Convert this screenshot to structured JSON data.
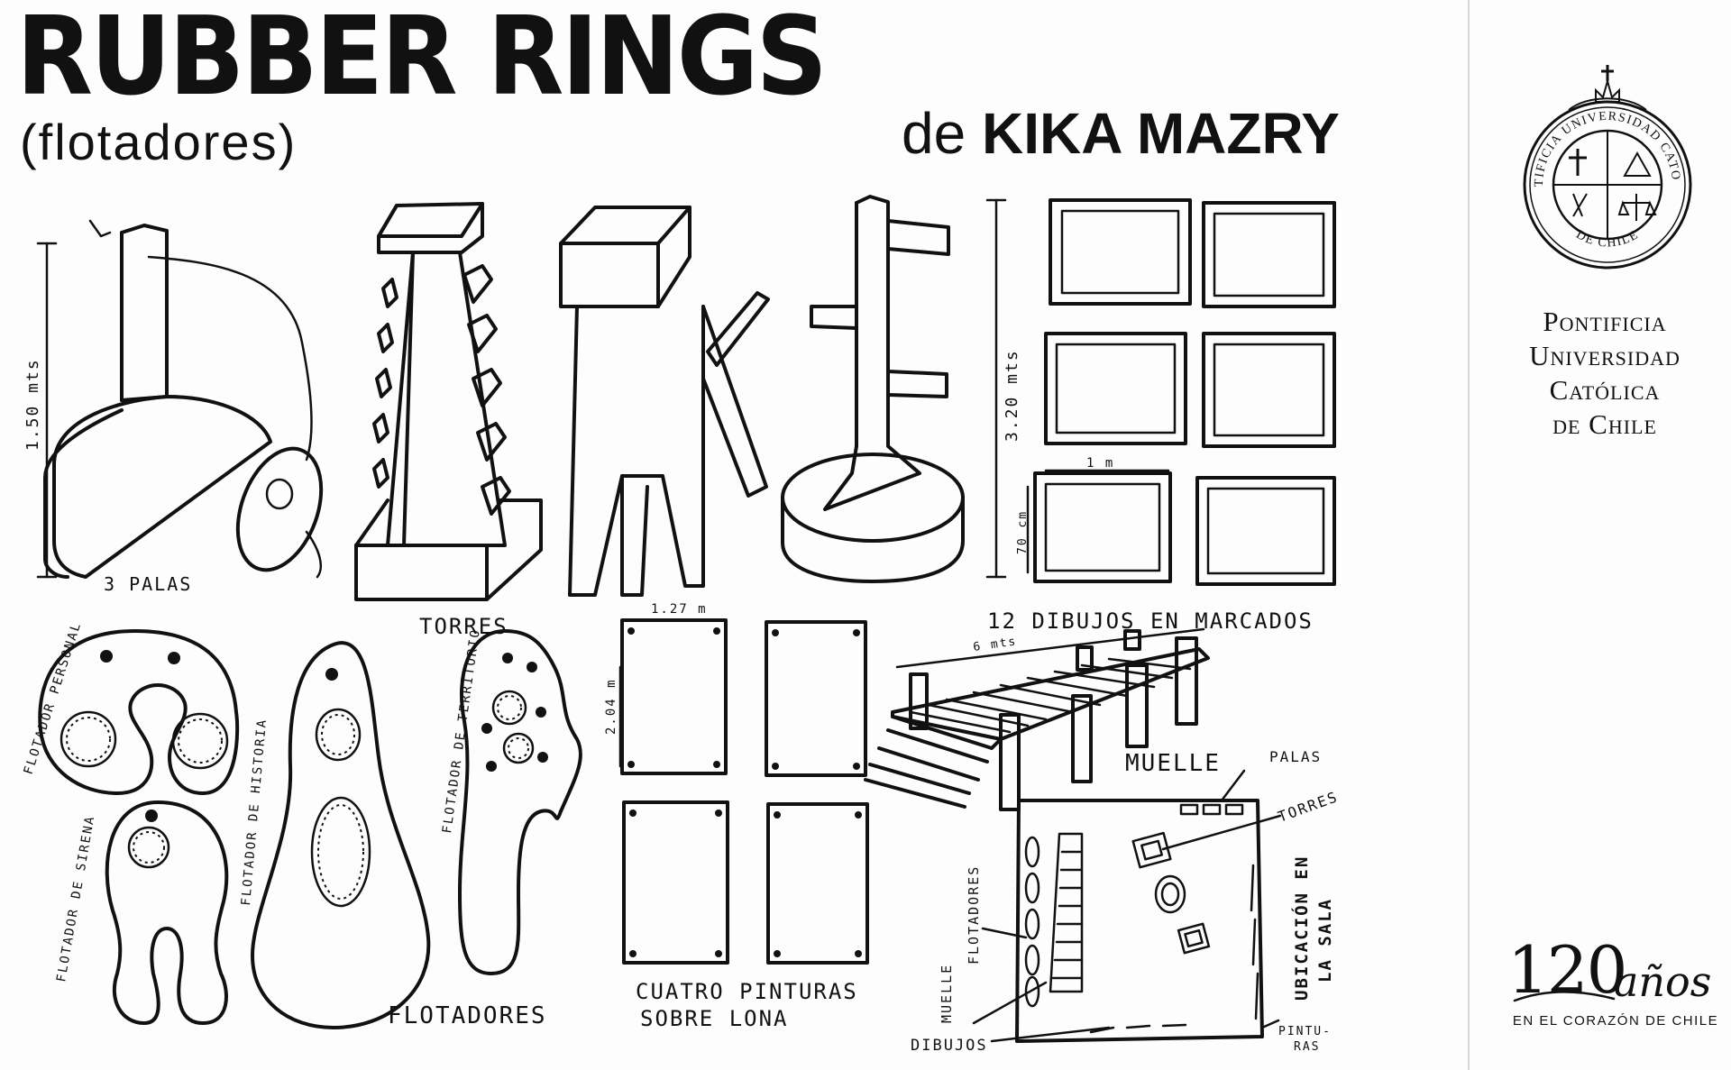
{
  "title": {
    "main": "RUBBER RINGS",
    "sub": "(flotadores)",
    "author_prefix": "de",
    "author_name": "KIKA MAZRY"
  },
  "sidebar": {
    "seal_text_top": "PONTIFICIA UNIVERSIDAD CATOLICA",
    "seal_text_bottom": "DE CHILE",
    "university_lines": [
      "Pontificia",
      "Universidad",
      "Católica",
      "de Chile"
    ],
    "anniversary_number": "120",
    "anniversary_word": "años",
    "anniversary_tagline": "EN EL CORAZÓN DE CHILE"
  },
  "sketch_labels": {
    "palas_height": "1.50 mts",
    "palas_caption": "3 PALAS",
    "torres_caption": "TORRES",
    "frames_height": "3.20 mts",
    "frame_width": "1 m",
    "frame_height": "70 cm",
    "frames_caption": "12 DIBUJOS EN MARCADOS",
    "flotador_personal": "FLOTADOR PERSONAL",
    "flotador_sirena": "FLOTADOR DE SIRENA",
    "flotador_historia": "FLOTADOR DE HISTORIA",
    "flotador_territorio": "FLOTADOR DE TERRITORIO",
    "flotadores_caption": "FLOTADORES",
    "canvas_width": "1.27 m",
    "canvas_height": "2.04 m",
    "pinturas_line1": "CUATRO PINTURAS",
    "pinturas_line2": "SOBRE LONA",
    "muelle_length": "6 mts",
    "muelle_caption": "MUELLE",
    "plan_palas": "PALAS",
    "plan_torres": "TORRES",
    "plan_flotadores": "FLOTADORES",
    "plan_muelle": "MUELLE",
    "plan_dibujos": "DIBUJOS",
    "plan_pinturas_1": "PINTU-",
    "plan_pinturas_2": "RAS",
    "plan_ubicacion_1": "UBICACIÓN EN",
    "plan_ubicacion_2": "LA SALA"
  }
}
